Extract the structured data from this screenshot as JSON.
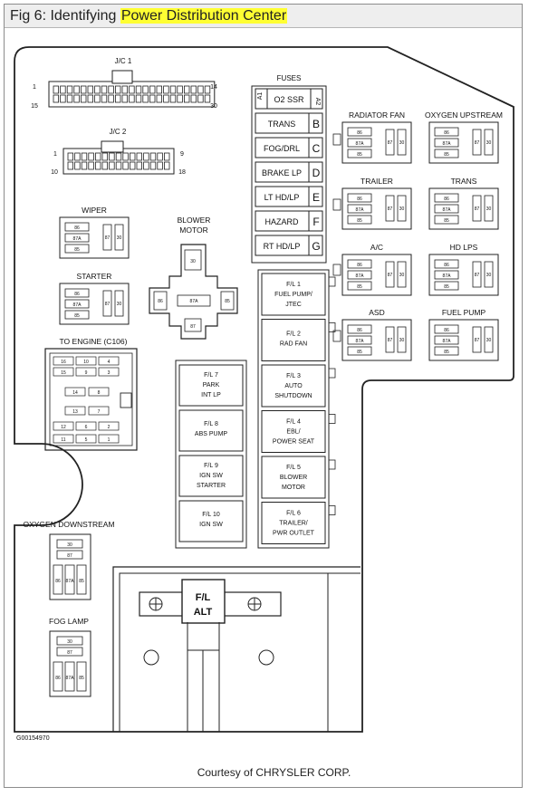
{
  "header": {
    "title_prefix": "Fig 6: Identifying ",
    "title_highlight": "Power Distribution Center",
    "highlight_color": "#ffff33"
  },
  "diagram": {
    "jc1": {
      "label": "J/C 1",
      "pin_left_top": "1",
      "pin_right_top": "14",
      "pin_left_bottom": "15",
      "pin_right_bottom": "30"
    },
    "jc2": {
      "label": "J/C 2",
      "pin_left_top": "1",
      "pin_right_top": "9",
      "pin_left_bottom": "10",
      "pin_right_bottom": "18"
    },
    "fuses_label": "FUSES",
    "fuses": [
      "O2 SSR",
      "TRANS",
      "FOG/DRL",
      "BRAKE LP",
      "LT HD/LP",
      "HAZARD",
      "RT HD/LP"
    ],
    "fuse_letters": [
      "A1",
      "A2",
      "B",
      "C",
      "D",
      "E",
      "F",
      "G"
    ],
    "relays_right": [
      "RADIATOR FAN",
      "OXYGEN UPSTREAM",
      "TRAILER",
      "TRANS",
      "A/C",
      "HD LPS",
      "ASD",
      "FUEL PUMP"
    ],
    "relays_left": [
      "WIPER",
      "STARTER"
    ],
    "blower_motor": {
      "line1": "BLOWER",
      "line2": "MOTOR"
    },
    "relay_pins": [
      "86",
      "87A",
      "85",
      "87",
      "30"
    ],
    "to_engine": {
      "label": "TO ENGINE (C106)",
      "pins": [
        "16",
        "15",
        "14",
        "13",
        "12",
        "11",
        "10",
        "9",
        "8",
        "7",
        "6",
        "5",
        "4",
        "3",
        "2",
        "1"
      ]
    },
    "fusible_links_center": [
      [
        "F/L 7",
        "PARK",
        "INT LP"
      ],
      [
        "F/L 8",
        "ABS PUMP"
      ],
      [
        "F/L 9",
        "IGN SW",
        "STARTER"
      ],
      [
        "F/L 10",
        "IGN SW"
      ]
    ],
    "fusible_links_right": [
      [
        "F/L 1",
        "FUEL PUMP/",
        "JTEC"
      ],
      [
        "F/L 2",
        "RAD FAN"
      ],
      [
        "F/L 3",
        "AUTO",
        "SHUTDOWN"
      ],
      [
        "F/L 4",
        "EBL/",
        "POWER SEAT"
      ],
      [
        "F/L 5",
        "BLOWER",
        "MOTOR"
      ],
      [
        "F/L 6",
        "TRAILER/",
        "PWR OUTLET"
      ]
    ],
    "oxygen_downstream": "OXYGEN DOWNSTREAM",
    "fog_lamp": "FOG LAMP",
    "alt": {
      "line1": "F/L",
      "line2": "ALT"
    },
    "figure_id": "G00154970"
  },
  "footer": {
    "credit": "Courtesy of CHRYSLER CORP."
  }
}
